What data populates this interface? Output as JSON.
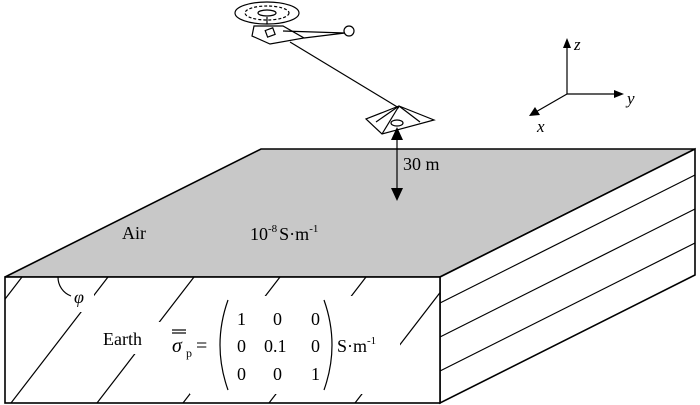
{
  "figure": {
    "air": {
      "label": "Air",
      "conductivity": {
        "base": "10",
        "exponent": "-8",
        "unit": "S·m",
        "unit_exponent": "-1"
      }
    },
    "earth": {
      "label": "Earth",
      "tensor_symbol": "σ",
      "tensor_subscript": "p",
      "equals": "=",
      "matrix": [
        [
          "1",
          "0",
          "0"
        ],
        [
          "0",
          "0.1",
          "0"
        ],
        [
          "0",
          "0",
          "1"
        ]
      ],
      "unit": "S·m",
      "unit_exponent": "-1"
    },
    "dip_angle_symbol": "φ",
    "height_label": "30 m",
    "axes": {
      "x": "x",
      "y": "y",
      "z": "z"
    }
  }
}
